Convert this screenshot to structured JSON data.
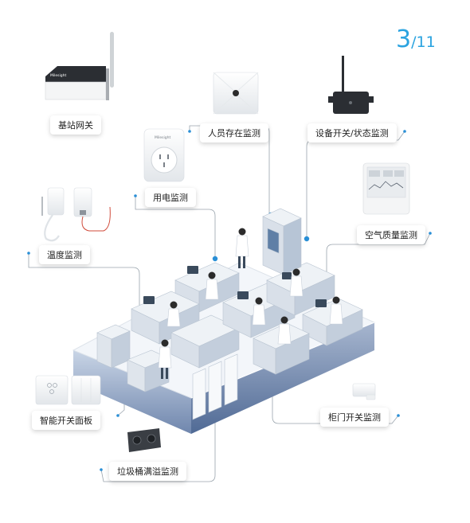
{
  "page": {
    "current": "3",
    "total": "/11"
  },
  "labels": {
    "gateway": "基站网关",
    "presence": "人员存在监测",
    "device_switch": "设备开关/状态监测",
    "power": "用电监测",
    "air_quality": "空气质量监测",
    "temp_humidity": "温度监测",
    "smart_panel": "智能开关面板",
    "cabinet_door": "柜门开关监测",
    "trash_overflow": "垃圾桶满溢监测"
  },
  "brand": {
    "logo_text": "Milesight"
  },
  "colors": {
    "accent": "#2aa3e0",
    "line": "#9aa4ad",
    "dot": "#2a8fd6"
  }
}
